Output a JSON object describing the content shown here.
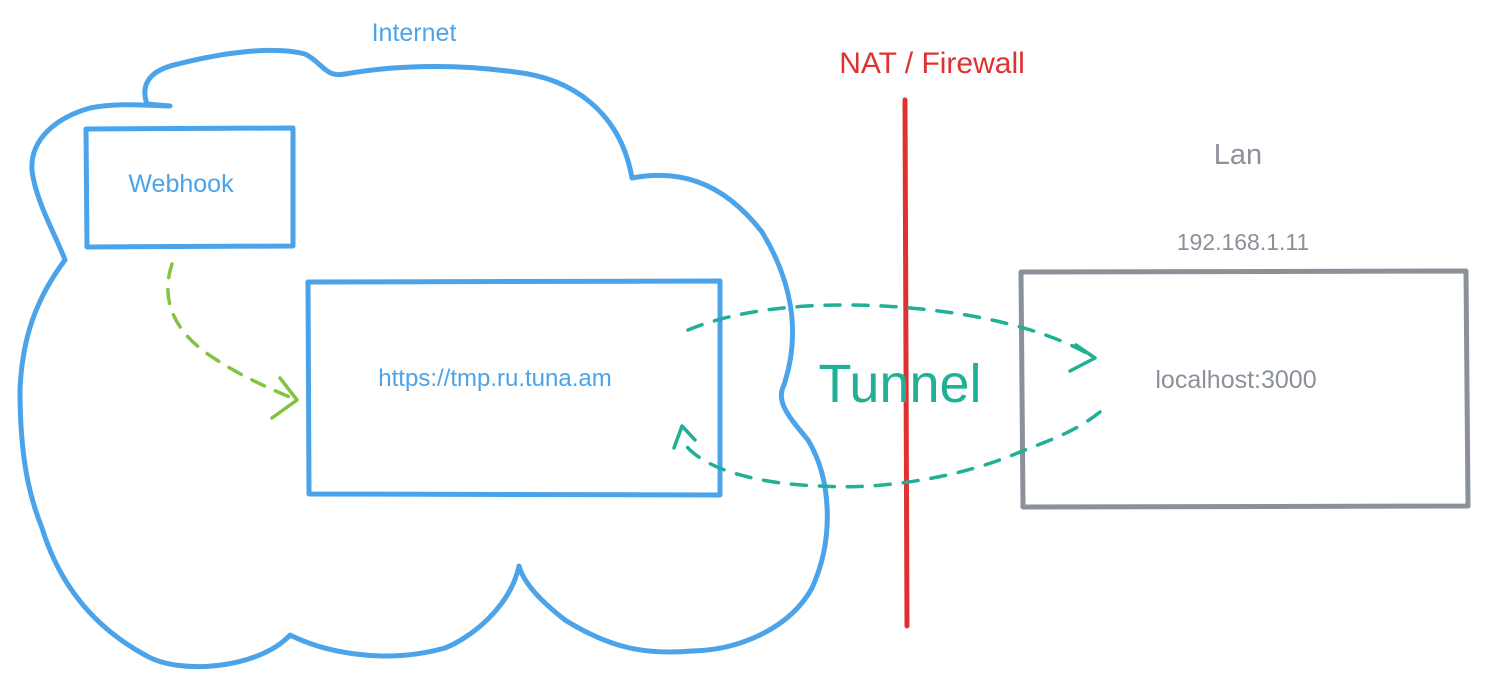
{
  "diagram": {
    "internet_label": "Internet",
    "firewall_label": "NAT / Firewall",
    "lan_label": "Lan",
    "webhook_label": "Webhook",
    "public_url_label": "https://tmp.ru.tuna.am",
    "tunnel_label": "Tunnel",
    "local_ip_label": "192.168.1.11",
    "local_host_label": "localhost:3000"
  },
  "colors": {
    "internet_blue": "#4ba3ea",
    "firewall_red": "#e03131",
    "lan_gray": "#8b919a",
    "tunnel_teal": "#1fb096",
    "webhook_green": "#82c341"
  }
}
